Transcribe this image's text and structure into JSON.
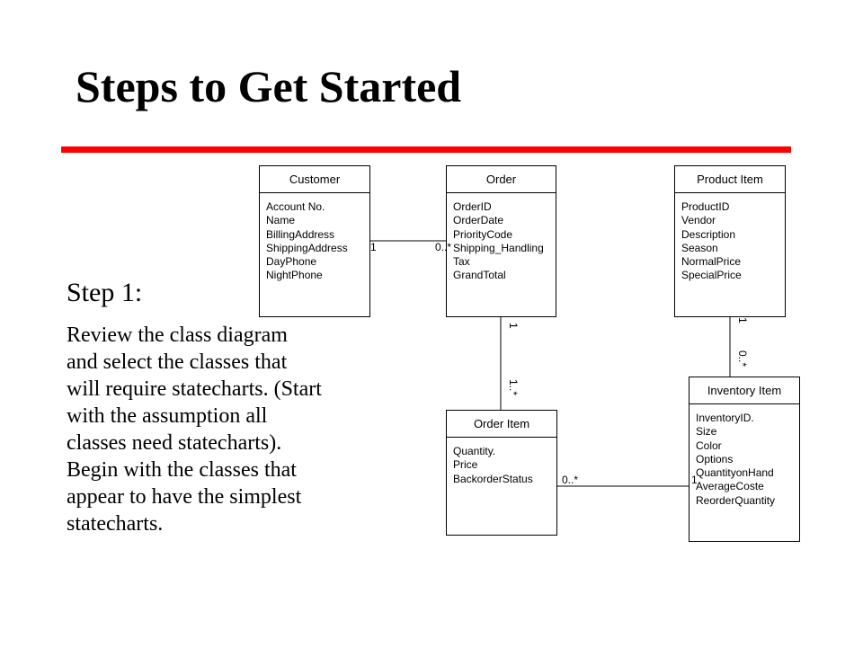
{
  "slide": {
    "title": "Steps to Get Started",
    "step_heading": "Step 1:",
    "step_body_lines": [
      "Review the class diagram",
      "and select the classes that",
      "will require statecharts. (Start",
      "with the assumption all",
      "classes need statecharts).",
      "Begin with the classes that",
      "appear to have the simplest",
      "statecharts."
    ]
  },
  "colors": {
    "rule": "#ff0000",
    "text": "#000000",
    "background": "#ffffff"
  },
  "diagram": {
    "classes": {
      "customer": {
        "name": "Customer",
        "attributes": [
          "Account No.",
          "Name",
          "BillingAddress",
          "ShippingAddress",
          "DayPhone",
          "NightPhone"
        ]
      },
      "order": {
        "name": "Order",
        "attributes": [
          "OrderID",
          "OrderDate",
          "PriorityCode",
          "Shipping_Handling",
          "Tax",
          "GrandTotal"
        ]
      },
      "product_item": {
        "name": "Product Item",
        "attributes": [
          "ProductID",
          "Vendor",
          "Description",
          "Season",
          "NormalPrice",
          "SpecialPrice"
        ]
      },
      "order_item": {
        "name": "Order Item",
        "attributes": [
          "Quantity.",
          "Price",
          "BackorderStatus"
        ]
      },
      "inventory_item": {
        "name": "Inventory Item",
        "attributes": [
          "InventoryID.",
          "Size",
          "Color",
          "Options",
          "QuantityonHand",
          "AverageCoste",
          "ReorderQuantity"
        ]
      }
    },
    "multiplicities": {
      "customer_order_at_customer": "1",
      "customer_order_at_order": "0..*",
      "order_orderitem_at_order": "1",
      "order_orderitem_at_orderitem": "1..*",
      "product_inventory_at_product": "1",
      "product_inventory_at_inventory": "0..*",
      "orderitem_inventory_at_orderitem": "0..*",
      "orderitem_inventory_at_inventory": "1"
    }
  }
}
